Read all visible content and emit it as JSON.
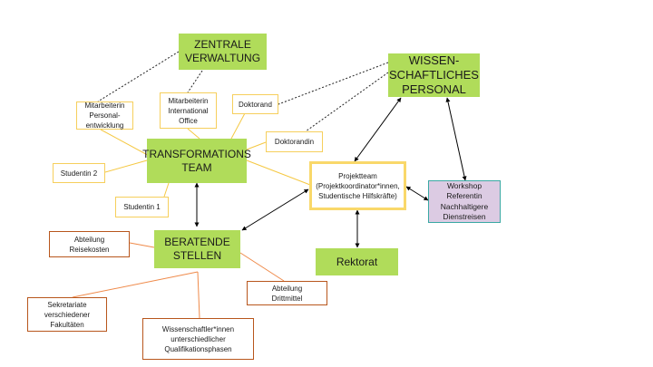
{
  "diagram": {
    "nodes": {
      "zentrale_verwaltung": "ZENTRALE\nVERWALTUNG",
      "wissenschaftliches_personal": "WISSEN-\nSCHAFTLICHES\nPERSONAL",
      "transformations_team": "TRANSFORMATIONS\nTEAM",
      "beratende_stellen": "BERATENDE\nSTELLEN",
      "rektorat": "Rektorat",
      "projektteam": "Projektteam\n(Projektkoordinator*innen,\nStudentische Hilfskräfte)",
      "workshop": "Workshop\nReferentin\nNachhaltigere\nDienstreisen",
      "mitarbeiterin_personal": "Mitarbeiterin\nPersonal-\nentwicklung",
      "mitarbeiterin_international": "Mitarbeiterin\nInternational\nOffice",
      "doktorand": "Doktorand",
      "doktorandin": "Doktorandin",
      "studentin_2": "Studentin 2",
      "studentin_1": "Studentin 1",
      "abteilung_reisekosten": "Abteilung\nReisekosten",
      "abteilung_drittmittel": "Abteilung\nDrittmittel",
      "sekretariate": "Sekretariate\nverschiedener\nFakultäten",
      "wissenschaftler_innen": "Wissenschaftler*innen\nunterschiedlicher\nQualifikationsphasen"
    },
    "colors": {
      "core_green": "#b0dc5a",
      "member_border_yellow": "#f6cf5c",
      "advisor_border_orange": "#b8561c",
      "workshop_fill_purple": "#dccbe3",
      "workshop_border_teal": "#3aa8a3",
      "yellow_line": "#f5c842",
      "orange_line": "#ef8a4a",
      "arrow_black": "#000000"
    }
  }
}
